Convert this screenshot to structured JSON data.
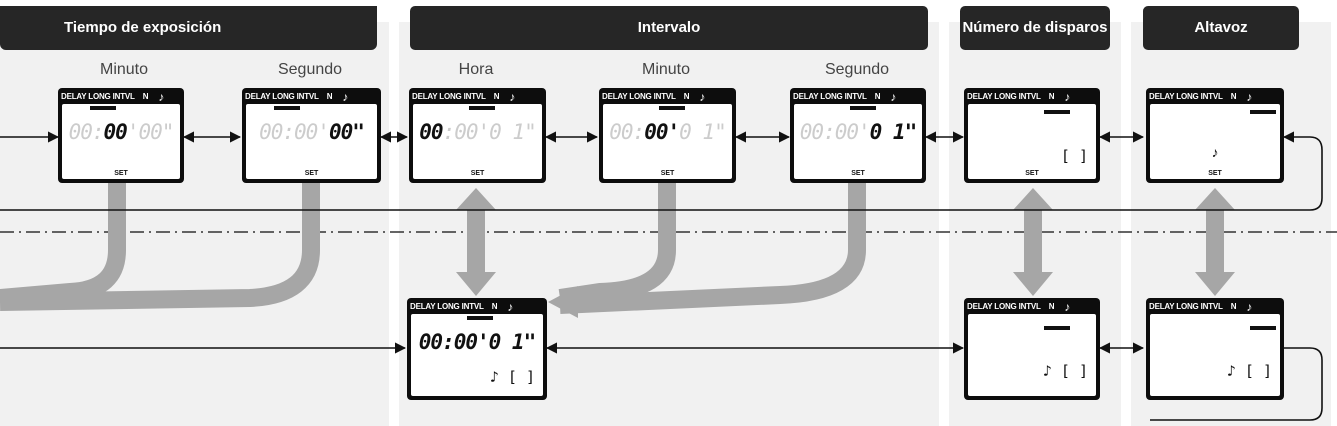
{
  "headers": {
    "exposure": "Tiempo de exposición",
    "interval": "Intervalo",
    "shots": "Número de disparos",
    "speaker": "Altavoz"
  },
  "sublabels": {
    "exposure_min": "Minuto",
    "exposure_sec": "Segundo",
    "interval_hour": "Hora",
    "interval_min": "Minuto",
    "interval_sec": "Segundo"
  },
  "lcd": {
    "mode_labels": "DELAY LONG INTVL",
    "mode_n": "N",
    "note_symbol": "♪",
    "set_label": "SET",
    "exp_min_display": {
      "dim1": "00:",
      "on": "00",
      "dim2": "'00\""
    },
    "exp_sec_display": {
      "dim1": "00:00'",
      "on": "00\"",
      "dim2": ""
    },
    "int_hour_display": {
      "on": "00",
      "dim2": ":00'0 1\""
    },
    "int_min_display": {
      "dim1": "00:",
      "on": "00'",
      "dim2": "0 1\""
    },
    "int_sec_display": {
      "dim1": "00:00'",
      "on": "0 1\"",
      "dim2": ""
    },
    "combined_display": "00:00'0 1\"",
    "shots_bracket": "[   ]",
    "speaker_bracket": "♪ [   ]"
  },
  "colors": {
    "header_bg": "#262626",
    "panel_bg": "#f1f1f1",
    "arrow_gray": "#a6a6a6",
    "line": "#111111"
  }
}
